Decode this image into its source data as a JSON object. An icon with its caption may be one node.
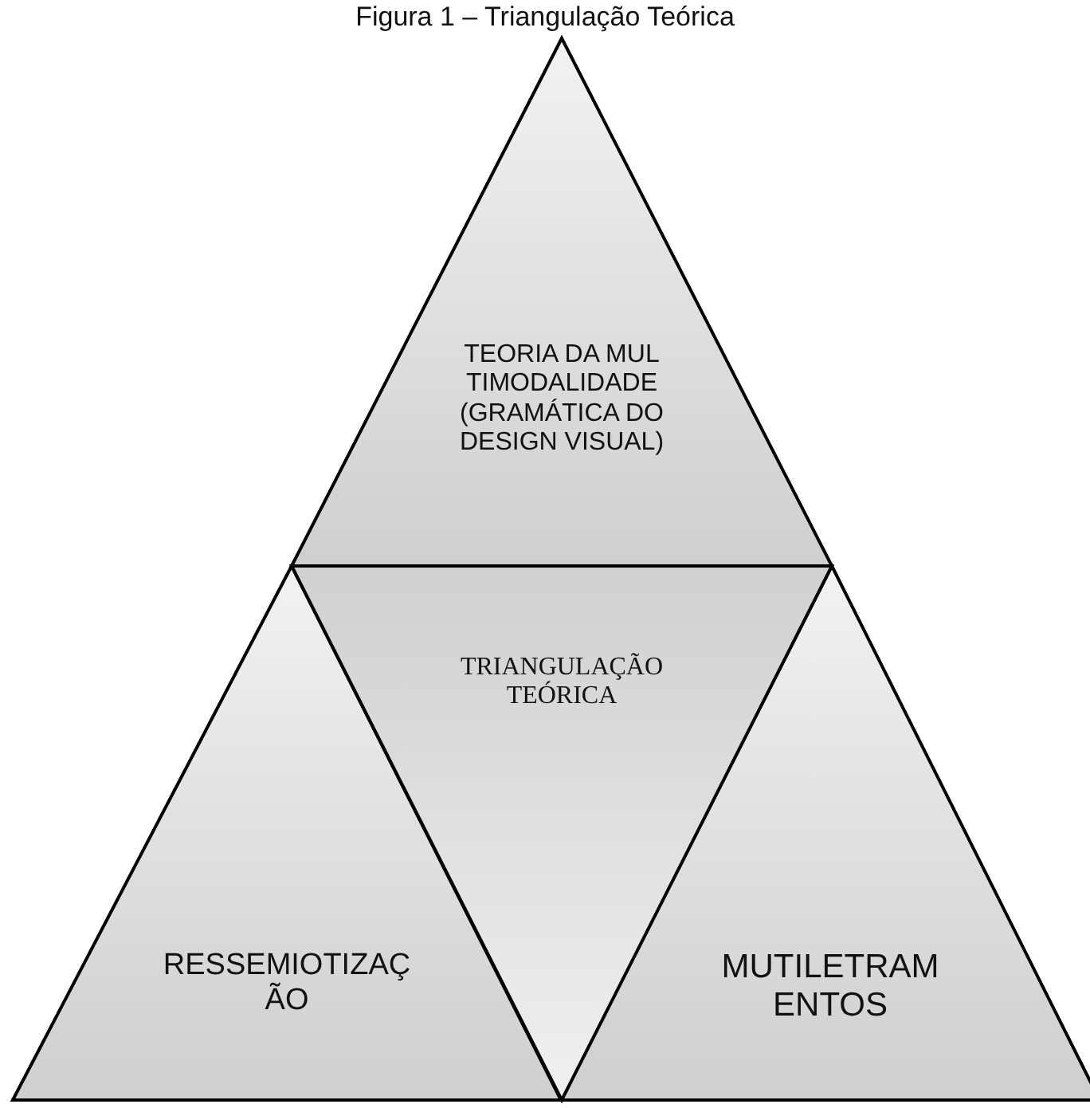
{
  "diagram": {
    "title": "Figura 1 – Triangulação Teórica",
    "nodes": [
      {
        "text": [
          "TEORIA DA MULTIMODALIDADE (GRAMÁTICA DO DESIGN VISUAL)"
        ]
      },
      {
        "text": [
          "TRIANGULAÇÃO TEÓRICA"
        ]
      },
      {
        "text": [
          "RESSEMIOTIZAÇÃO"
        ]
      },
      {
        "text": [
          "MUTILETRAMENTOS"
        ]
      }
    ]
  }
}
